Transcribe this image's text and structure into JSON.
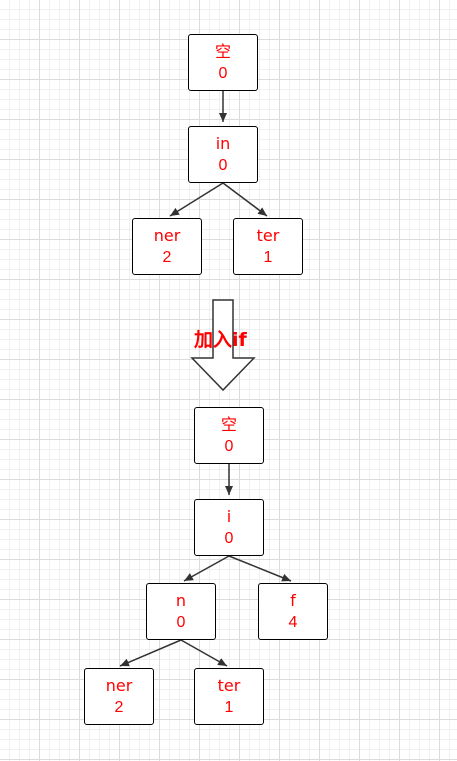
{
  "colors": {
    "label_text": "#ff0000",
    "node_border": "#000000",
    "edge": "#333333",
    "grid": "#dcdcdc"
  },
  "tree_before": {
    "nodes": [
      {
        "id": "root",
        "label": "空",
        "value": "0"
      },
      {
        "id": "in",
        "label": "in",
        "value": "0"
      },
      {
        "id": "ner",
        "label": "ner",
        "value": "2"
      },
      {
        "id": "ter",
        "label": "ter",
        "value": "1"
      }
    ],
    "edges": [
      [
        "root",
        "in"
      ],
      [
        "in",
        "ner"
      ],
      [
        "in",
        "ter"
      ]
    ]
  },
  "transition": {
    "label": "加入if",
    "icon": "down-arrow-icon"
  },
  "tree_after": {
    "nodes": [
      {
        "id": "root",
        "label": "空",
        "value": "0"
      },
      {
        "id": "i",
        "label": "i",
        "value": "0"
      },
      {
        "id": "n",
        "label": "n",
        "value": "0"
      },
      {
        "id": "f",
        "label": "f",
        "value": "4"
      },
      {
        "id": "ner",
        "label": "ner",
        "value": "2"
      },
      {
        "id": "ter",
        "label": "ter",
        "value": "1"
      }
    ],
    "edges": [
      [
        "root",
        "i"
      ],
      [
        "i",
        "n"
      ],
      [
        "i",
        "f"
      ],
      [
        "n",
        "ner"
      ],
      [
        "n",
        "ter"
      ]
    ]
  }
}
